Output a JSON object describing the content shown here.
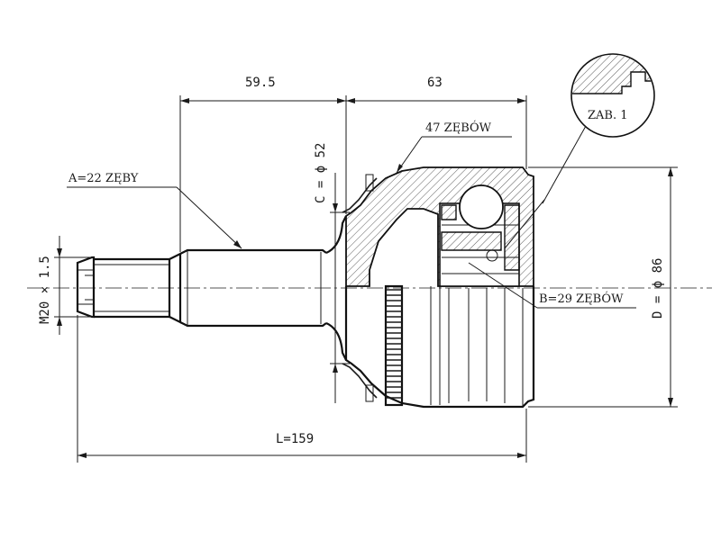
{
  "dimensions": {
    "spline_length": "59.5",
    "housing_length": "63",
    "total_length": "L=159",
    "outer_diameter": "D = ϕ 86",
    "seal_diameter": "C = ϕ 52",
    "thread": "M20 × 1.5"
  },
  "callouts": {
    "outer_spline": "A=22  ZĘBY",
    "inner_spline": "B=29  ZĘBÓW",
    "abs_ring": "47  ZĘBÓW",
    "detail": "ZAB. 1"
  },
  "colors": {
    "line": "#1a1a1a",
    "hatch": "#333333",
    "background": "#ffffff"
  }
}
